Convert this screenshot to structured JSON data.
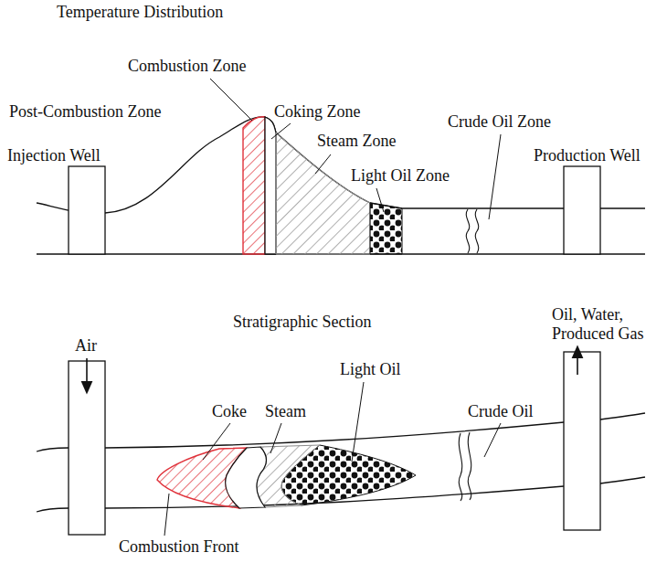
{
  "diagram": {
    "title": "Temperature Distribution",
    "labels": [
      "Combustion Zone",
      "Post-Combustion Zone",
      "Coking Zone",
      "Crude Oil Zone",
      "Injection Well",
      "Steam Zone",
      "Production Well",
      "Light Oil Zone",
      "Stratigraphic Section",
      "Oil, Water, Produced Gas",
      "Air",
      "Light Oil",
      "Coke",
      "Steam",
      "Crude Oil",
      "Combustion Front"
    ]
  }
}
